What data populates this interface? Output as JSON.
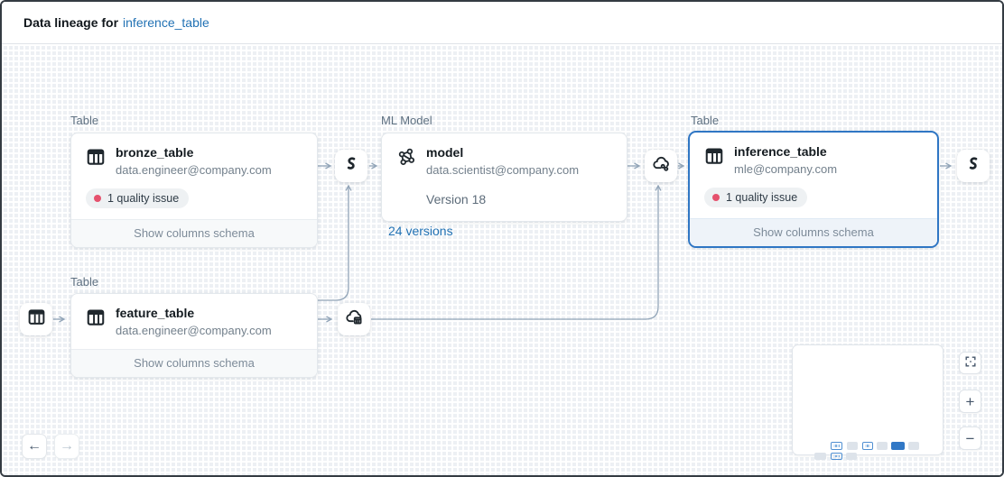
{
  "header": {
    "title_prefix": "Data lineage for",
    "title_link": "inference_table"
  },
  "graph": {
    "bronze": {
      "type_label": "Table",
      "name": "bronze_table",
      "owner": "data.engineer@company.com",
      "quality_badge": "1 quality issue",
      "footer_action": "Show columns schema"
    },
    "model": {
      "type_label": "ML Model",
      "name": "model",
      "owner": "data.scientist@company.com",
      "version": "Version 18",
      "versions_link": "24 versions"
    },
    "inference": {
      "type_label": "Table",
      "name": "inference_table",
      "owner": "mle@company.com",
      "quality_badge": "1 quality issue",
      "footer_action": "Show columns schema",
      "selected": true
    },
    "feature": {
      "type_label": "Table",
      "name": "feature_table",
      "owner": "data.engineer@company.com",
      "footer_action": "Show columns schema"
    },
    "icon_nodes": [
      "source-table",
      "pipeline",
      "feature-store",
      "model-serving",
      "pipeline"
    ]
  },
  "controls": {
    "back": "←",
    "forward": "→",
    "zoom_in": "+",
    "zoom_out": "−"
  },
  "colors": {
    "accent_blue": "#2272b4",
    "selected_border": "#2f76c4",
    "badge_dot": "#e5516d",
    "edge": "#92a5b8"
  }
}
